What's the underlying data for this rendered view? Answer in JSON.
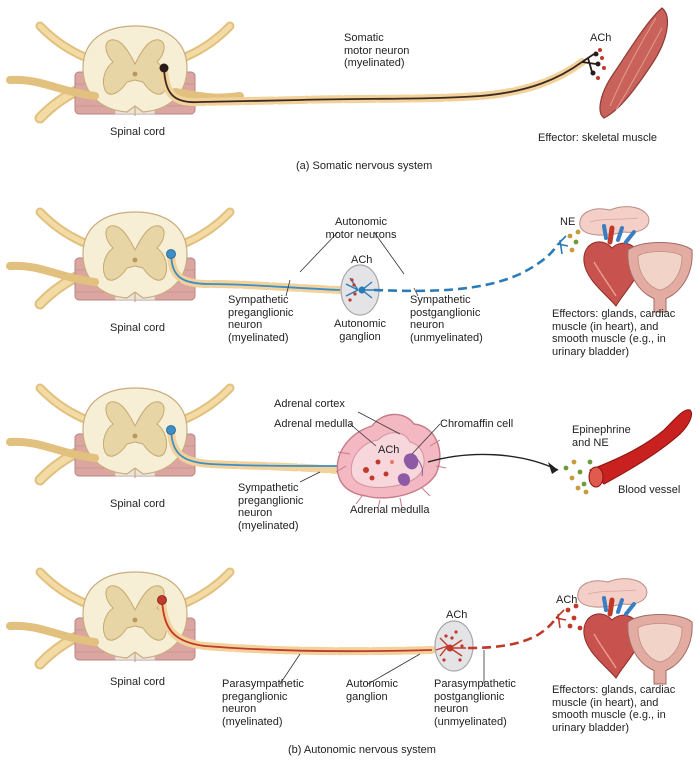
{
  "panel_a": {
    "spinal_cord": "Spinal cord",
    "neuron": "Somatic\nmotor neuron\n(myelinated)",
    "ach": "ACh",
    "effector": "Effector: skeletal muscle",
    "caption": "(a) Somatic nervous system"
  },
  "panel_b1": {
    "spinal_cord": "Spinal cord",
    "motor_neurons": "Autonomic\nmotor neurons",
    "ach": "ACh",
    "ne": "NE",
    "preganglionic": "Sympathetic\npreganglionic\nneuron\n(myelinated)",
    "ganglion": "Autonomic\nganglion",
    "postganglionic": "Sympathetic\npostganglionic\nneuron\n(unmyelinated)",
    "effectors": "Effectors: glands, cardiac\nmuscle (in heart), and\nsmooth muscle (e.g., in\nurinary bladder)"
  },
  "panel_b2": {
    "spinal_cord": "Spinal cord",
    "adrenal_cortex": "Adrenal cortex",
    "adrenal_medulla_top": "Adrenal medulla",
    "chromaffin": "Chromaffin cell",
    "ach": "ACh",
    "epinephrine": "Epinephrine\nand NE",
    "blood_vessel": "Blood vessel",
    "preganglionic": "Sympathetic\npreganglionic\nneuron\n(myelinated)",
    "adrenal_medulla_bottom": "Adrenal medulla"
  },
  "panel_b3": {
    "spinal_cord": "Spinal cord",
    "ach_ganglion": "ACh",
    "ach_effector": "ACh",
    "preganglionic": "Parasympathetic\npreganglionic\nneuron\n(myelinated)",
    "ganglion": "Autonomic\nganglion",
    "postganglionic": "Parasympathetic\npostganglionic\nneuron\n(unmyelinated)",
    "effectors": "Effectors: glands, cardiac\nmuscle (in heart), and\nsmooth muscle (e.g., in\nurinary bladder)",
    "caption": "(b) Autonomic nervous system"
  },
  "colors": {
    "somatic": "#3a2a22",
    "sympathetic": "#3a8fc9",
    "sympathetic_dashed": "#2a7bb8",
    "parasympathetic": "#c0392b",
    "myelin": "#f2d29a",
    "nerve": "#efd49a",
    "cord_white": "#f6ecd2",
    "cord_gray": "#e6d3a8",
    "cord_side": "#dca7a2",
    "muscle": "#c8625a",
    "vessel": "#c8211f",
    "adrenal": "#f3b8c2"
  }
}
